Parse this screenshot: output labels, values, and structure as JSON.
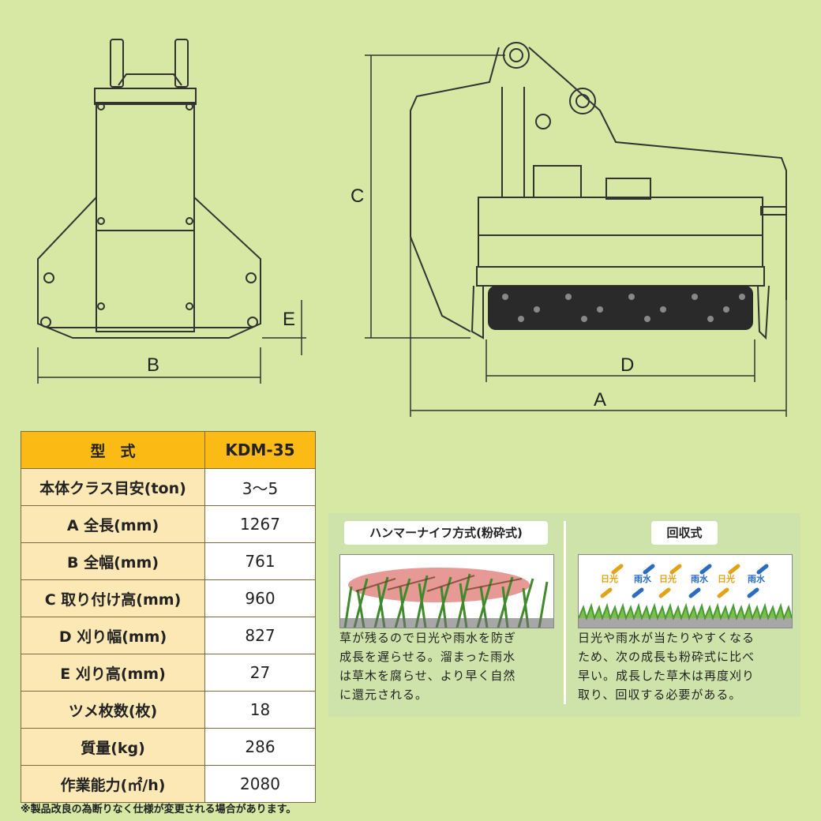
{
  "dimension_labels": {
    "a": "A",
    "b": "B",
    "c": "C",
    "d": "D",
    "e": "E"
  },
  "spec_table": {
    "header": {
      "label": "型　式",
      "value": "KDM-35"
    },
    "rows": [
      {
        "label": "本体クラス目安(ton)",
        "value": "3〜5"
      },
      {
        "label": "A 全長(mm)",
        "value": "1267"
      },
      {
        "label": "B 全幅(mm)",
        "value": "761"
      },
      {
        "label": "C 取り付け高(mm)",
        "value": "960"
      },
      {
        "label": "D 刈り幅(mm)",
        "value": "827"
      },
      {
        "label": "E 刈り高(mm)",
        "value": "27"
      },
      {
        "label": "ツメ枚数(枚)",
        "value": "18"
      },
      {
        "label": "質量(kg)",
        "value": "286"
      },
      {
        "label": "作業能力(㎡/h)",
        "value": "2080"
      }
    ],
    "note": "※製品改良の為断りなく仕様が変更される場合があります。"
  },
  "comparison": {
    "hammer": {
      "title": "ハンマーナイフ方式(粉砕式)",
      "lines": [
        "草が残るので日光や雨水を防ぎ",
        "成長を遅らせる。溜まった雨水",
        "は草木を腐らせ、より早く自然",
        "に還元される。"
      ]
    },
    "collect": {
      "title": "回収式",
      "labels": [
        "日光",
        "雨水",
        "日光",
        "雨水",
        "日光",
        "雨水"
      ],
      "lines": [
        "日光や雨水が当たりやすくなる",
        "ため、次の成長も粉砕式に比べ",
        "早い。成長した草木は再度刈り",
        "取り、回収する必要がある。"
      ]
    }
  },
  "colors": {
    "background": "#d6e8a4",
    "table_header": "#fbbb14",
    "table_label": "#fce8b4",
    "sun": "#e0a419",
    "rain": "#2b6cc0"
  }
}
